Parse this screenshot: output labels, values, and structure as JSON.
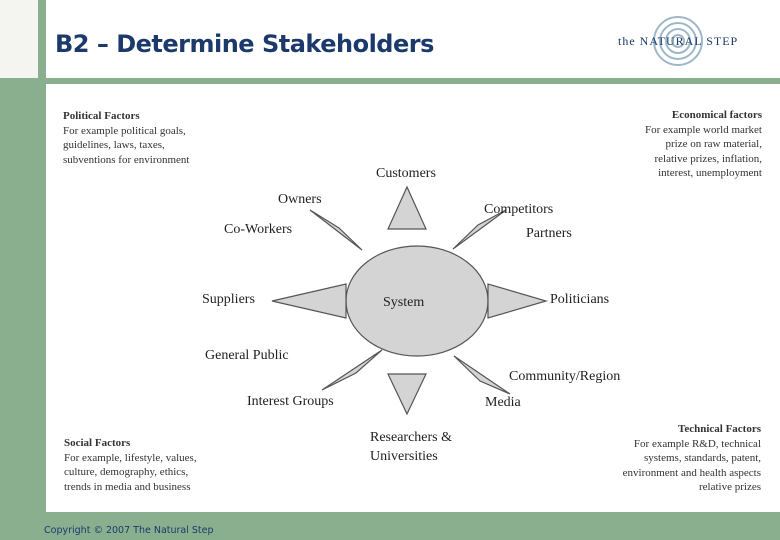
{
  "slide": {
    "title": "B2 – Determine Stakeholders",
    "logo_text": "the NATURAL STEP",
    "copyright": "Copyright © 2007 The Natural Step"
  },
  "factors": {
    "political": {
      "title": "Political Factors",
      "lines": [
        "For example political goals,",
        "guidelines, laws, taxes,",
        "subventions for environment"
      ]
    },
    "economical": {
      "title": "Economical factors",
      "lines": [
        "For example world market",
        "prize on raw material,",
        "relative prizes, inflation,",
        "interest, unemployment"
      ]
    },
    "social": {
      "title": "Social Factors",
      "lines": [
        "For example, lifestyle, values,",
        "culture, demography, ethics,",
        "trends in media and business"
      ]
    },
    "technical": {
      "title": "Technical Factors",
      "lines": [
        "For example R&D, technical",
        "systems, standards, patent,",
        "environment and health aspects",
        "relative prizes"
      ]
    }
  },
  "diagram": {
    "center": "System",
    "stakeholders": {
      "customers": "Customers",
      "owners": "Owners",
      "competitors": "Competitors",
      "co_workers": "Co-Workers",
      "partners": "Partners",
      "suppliers": "Suppliers",
      "politicians": "Politicians",
      "general_public": "General Public",
      "community_region": "Community/Region",
      "interest_groups": "Interest Groups",
      "media": "Media",
      "researchers": "Researchers &",
      "universities": "Universities"
    }
  },
  "colors": {
    "background": "#8aaf8f",
    "title": "#1b3a6b",
    "shape_fill": "#d4d4d4",
    "shape_stroke": "#555555"
  }
}
